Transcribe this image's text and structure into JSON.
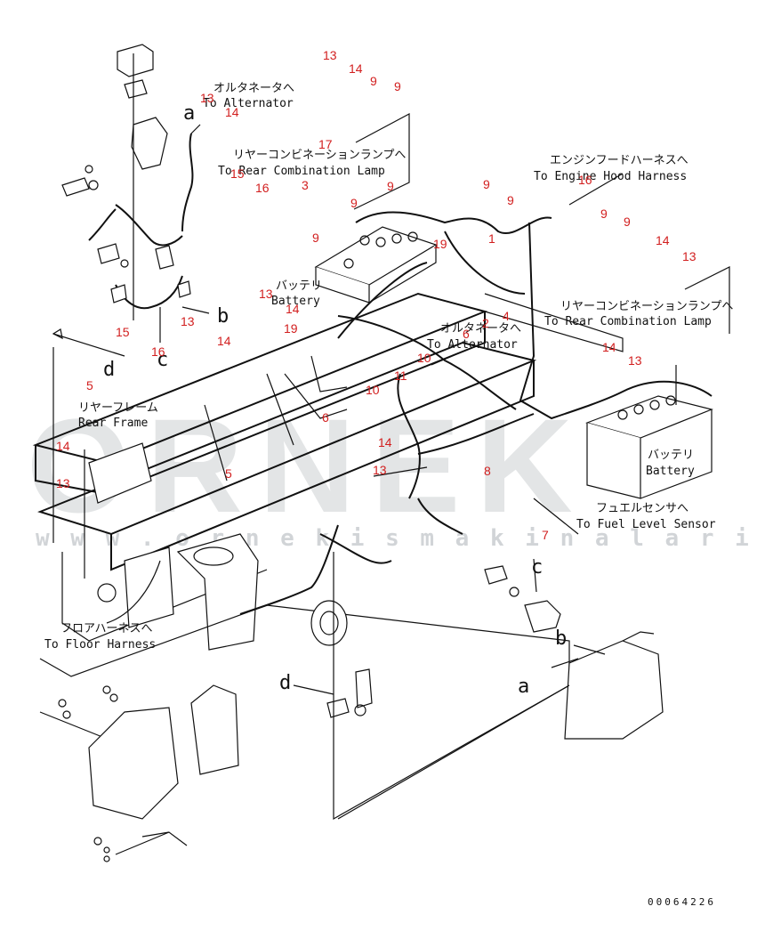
{
  "labels": {
    "to_alternator_top_ja": "オルタネータへ",
    "to_alternator_top_en": "To Alternator",
    "rear_combo_top_ja": "リヤーコンビネーションランプへ",
    "rear_combo_top_en": "To Rear Combination Lamp",
    "engine_hood_ja": "エンジンフードハーネスへ",
    "engine_hood_en": "To Engine Hood Harness",
    "battery_left_ja": "バッテリ",
    "battery_left_en": "Battery",
    "rear_combo_right_ja": "リヤーコンビネーションランプへ",
    "rear_combo_right_en": "To Rear Combination Lamp",
    "to_alternator_mid_ja": "オルタネータへ",
    "to_alternator_mid_en": "To Alternator",
    "rear_frame_ja": "リヤーフレーム",
    "rear_frame_en": "Rear Frame",
    "battery_right_ja": "バッテリ",
    "battery_right_en": "Battery",
    "fuel_sensor_ja": "フュエルセンサへ",
    "fuel_sensor_en": "To Fuel Level Sensor",
    "floor_harness_ja": "フロアハーネスへ",
    "floor_harness_en": "To Floor Harness"
  },
  "view_letters": [
    "a",
    "b",
    "c",
    "d",
    "a",
    "b",
    "c",
    "d"
  ],
  "callouts": [
    "13",
    "14",
    "9",
    "9",
    "13",
    "14",
    "17",
    "15",
    "16",
    "3",
    "9",
    "16",
    "9",
    "9",
    "19",
    "9",
    "9",
    "1",
    "9",
    "9",
    "14",
    "13",
    "13",
    "14",
    "19",
    "15",
    "13",
    "16",
    "14",
    "5",
    "2",
    "4",
    "6",
    "10",
    "14",
    "13",
    "11",
    "10",
    "6",
    "5",
    "14",
    "13",
    "14",
    "13",
    "8",
    "7",
    "5"
  ],
  "watermark": {
    "brand": "ORNEK",
    "url": "w w w . o r n e k i s m a k i n a l a r i . c o m . t r"
  },
  "drawing_code": "00064226"
}
